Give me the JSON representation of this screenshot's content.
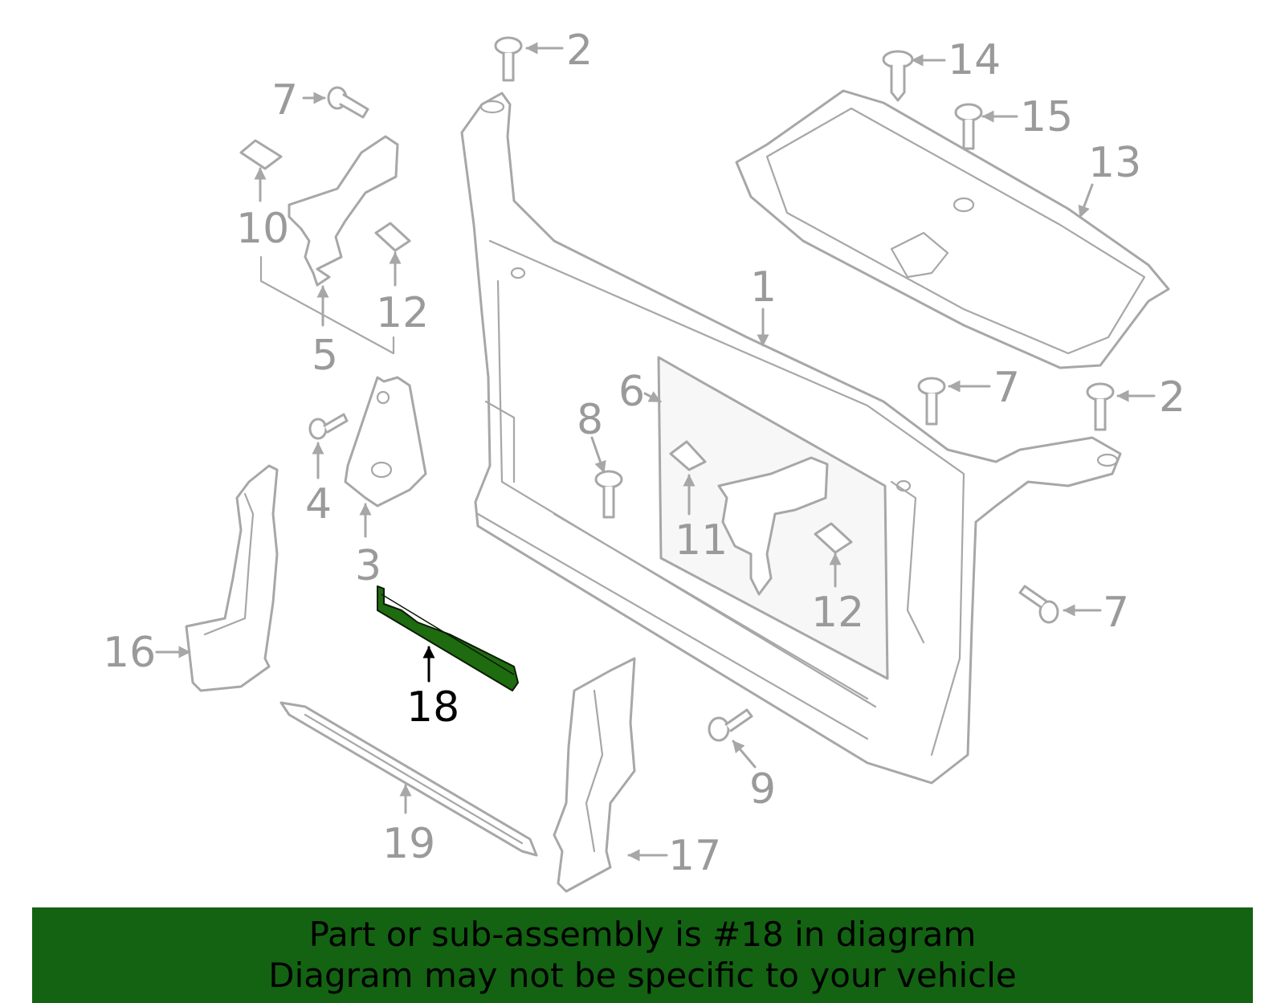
{
  "highlight_color": "#1f6b10",
  "banner": {
    "background": "#136312",
    "line1": "Part or sub-assembly is #18 in diagram",
    "line2": "Diagram may not be specific to your vehicle"
  },
  "callouts": {
    "c1": "1",
    "c2a": "2",
    "c2b": "2",
    "c3": "3",
    "c4": "4",
    "c5": "5",
    "c6": "6",
    "c7a": "7",
    "c7b": "7",
    "c7c": "7",
    "c8": "8",
    "c9": "9",
    "c10": "10",
    "c11": "11",
    "c12a": "12",
    "c12b": "12",
    "c13": "13",
    "c14": "14",
    "c15": "15",
    "c16": "16",
    "c17": "17",
    "c18": "18",
    "c19": "19"
  },
  "highlighted_part": "18"
}
